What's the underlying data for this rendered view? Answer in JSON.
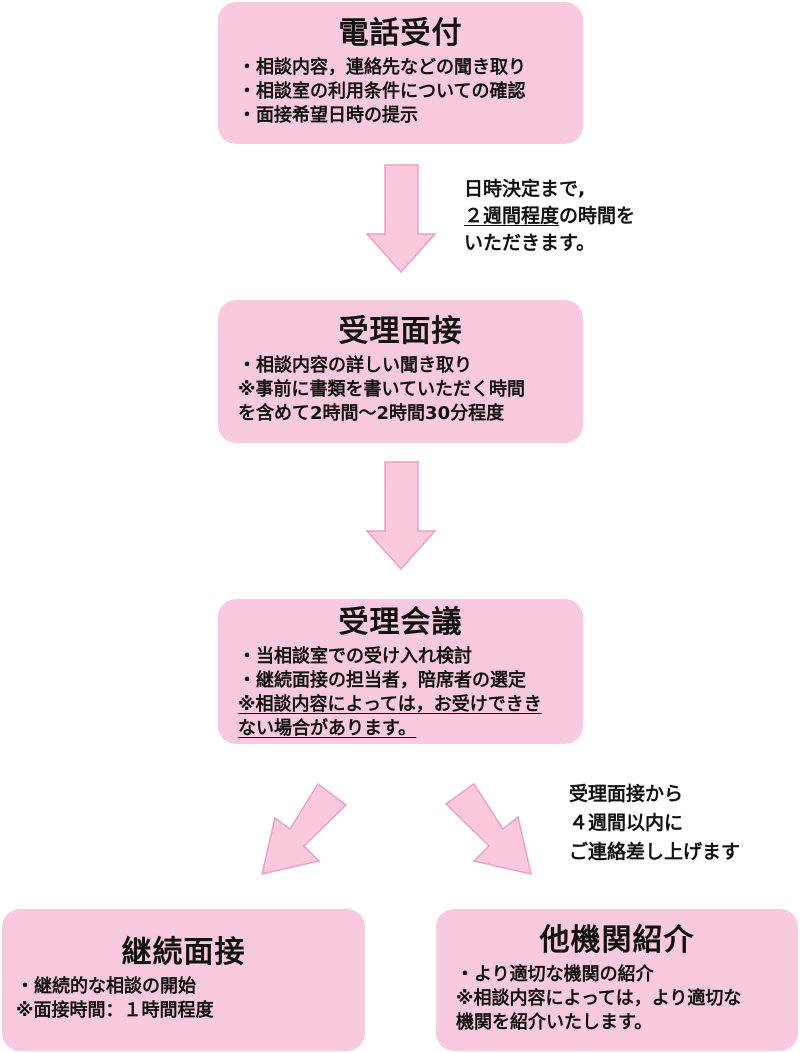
{
  "reception": {
    "title": "電話受付",
    "lines": [
      "・相談内容，連絡先などの聞き取り",
      "・相談室の利用条件についての確認",
      "・面接希望日時の提示"
    ]
  },
  "note_top": {
    "line1": "日時決定まで,",
    "line2_underlined": "２週間程度",
    "line2_rest": "の時間を",
    "line3": "いただきます。"
  },
  "intake_interview": {
    "title": "受理面接",
    "lines": [
      "・相談内容の詳しい聞き取り",
      "※事前に書類を書いていただく時間",
      "を含めて2時間～2時間30分程度"
    ]
  },
  "intake_meeting": {
    "title": "受理会議",
    "lines": [
      "・当相談室での受け入れ検討",
      "・継続面接の担当者，陪席者の選定"
    ],
    "underlined_lines": [
      "※相談内容によっては，お受けできき",
      "ない場合があります。"
    ]
  },
  "note_bottom": {
    "lines": [
      "受理面接から",
      "４週間以内に",
      "ご連絡差し上げます"
    ]
  },
  "continuing_interview": {
    "title": "継続面接",
    "lines": [
      "・継続的な相談の開始",
      "※面接時間：１時間程度"
    ]
  },
  "referral": {
    "title": "他機関紹介",
    "lines": [
      "・より適切な機関の紹介",
      "※相談内容によっては，より適切な",
      "機関を紹介いたします。"
    ]
  },
  "colors": {
    "box_fill": "#f9c9e0",
    "arrow_fill": "#fbc8de",
    "arrow_stroke": "#eaa1c3"
  }
}
